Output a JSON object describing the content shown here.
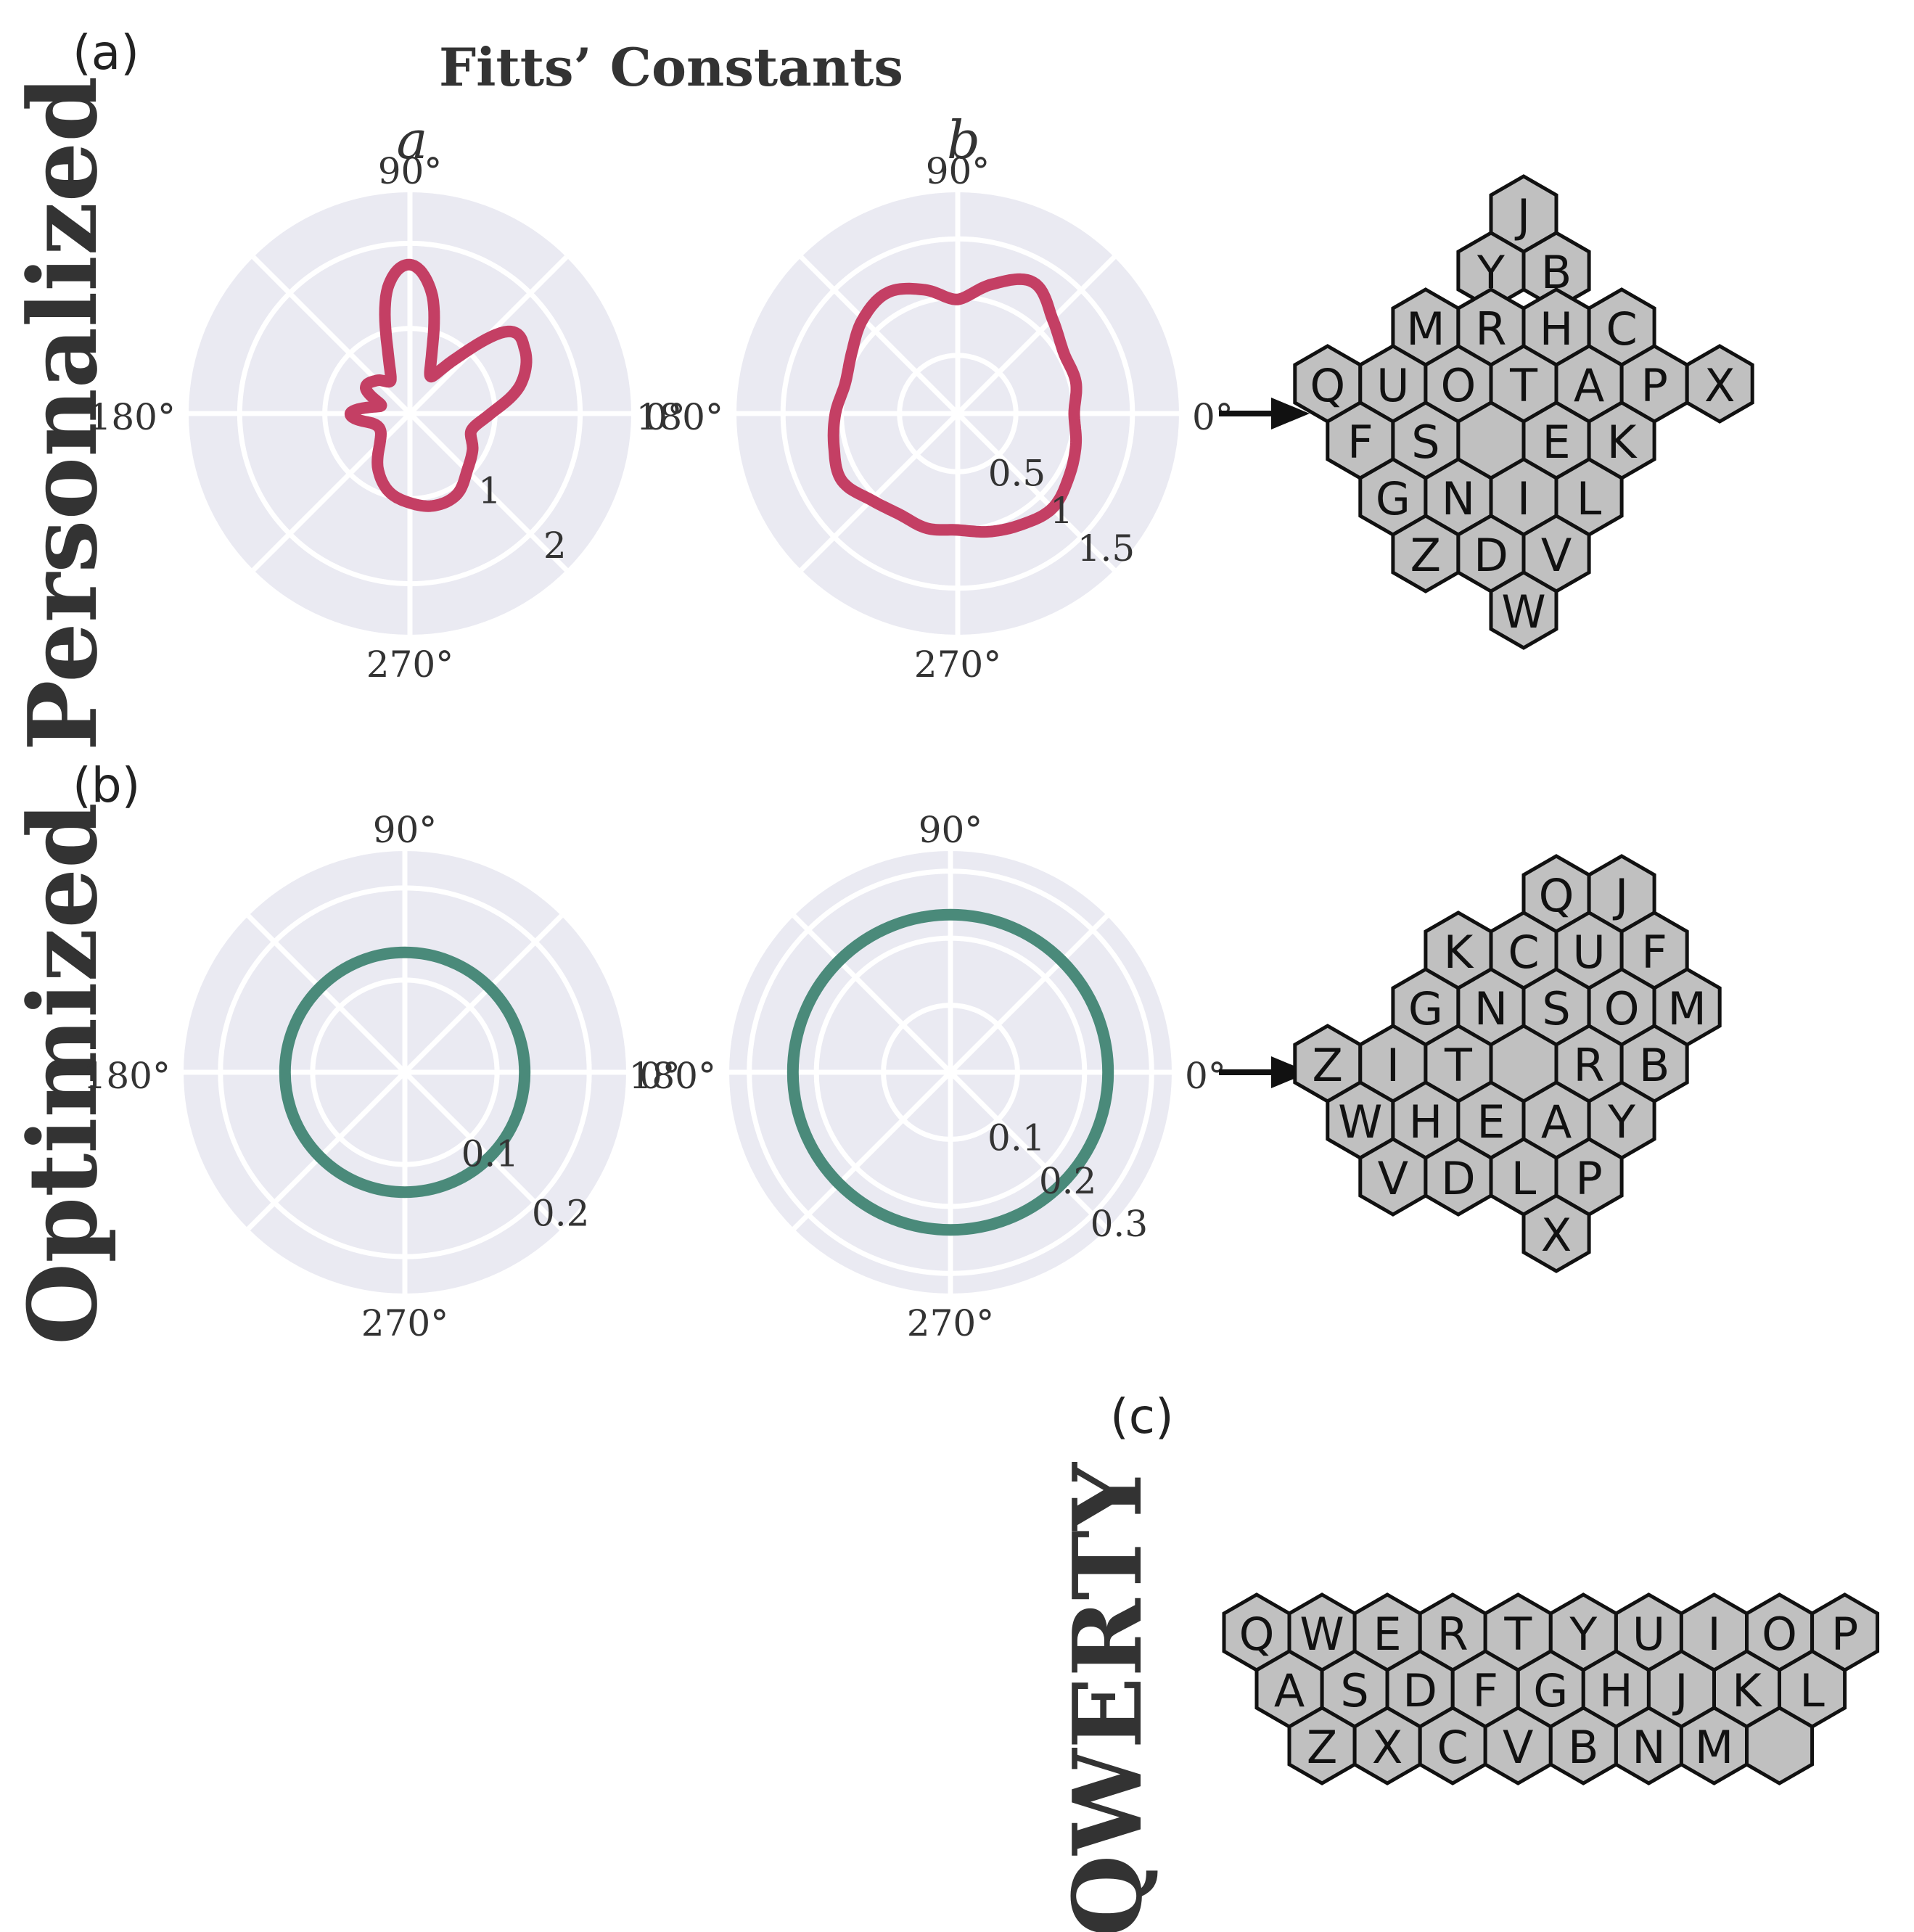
{
  "figure": {
    "title": "Fitts’ Constants",
    "panel_labels": [
      "(a)",
      "(b)",
      "(c)"
    ],
    "row_labels": [
      "Personalized",
      "Optimized",
      "QWERTY"
    ],
    "column_titles": [
      "a",
      "b"
    ]
  },
  "colors": {
    "personalized": "#c43f64",
    "optimized": "#4a8a7a",
    "polar_background": "#eaeaf2",
    "grid": "#ffffff",
    "key_fill": "#c0c0c0",
    "key_stroke": "#111111"
  },
  "chart_data": [
    {
      "type": "line",
      "coordinate_system": "polar",
      "row": "Personalized",
      "column": "a",
      "angle_ticks": [
        "0°",
        "90°",
        "180°",
        "270°"
      ],
      "radial_ticks": [
        "1",
        "2"
      ],
      "radial_tick_values": [
        1,
        2
      ],
      "rlim": [
        0,
        2.6
      ],
      "series": [
        {
          "theta_deg": [
            0,
            15,
            30,
            40,
            50,
            60,
            70,
            80,
            90,
            100,
            110,
            120,
            135,
            150,
            165,
            180,
            195,
            210,
            225,
            240,
            255,
            270,
            285,
            300,
            315,
            330,
            345,
            360
          ],
          "r": [
            0.95,
            1.35,
            1.55,
            1.5,
            0.85,
            0.5,
            0.75,
            1.45,
            1.75,
            1.5,
            0.75,
            0.45,
            0.55,
            0.6,
            0.35,
            0.7,
            0.45,
            0.4,
            0.5,
            0.75,
            0.95,
            1.05,
            1.12,
            1.1,
            0.95,
            0.85,
            0.75,
            0.95
          ]
        }
      ]
    },
    {
      "type": "line",
      "coordinate_system": "polar",
      "row": "Personalized",
      "column": "b",
      "angle_ticks": [
        "0°",
        "90°",
        "180°",
        "270°"
      ],
      "radial_ticks": [
        "0.5",
        "1",
        "1.5"
      ],
      "radial_tick_values": [
        0.5,
        1,
        1.5
      ],
      "rlim": [
        0,
        1.9
      ],
      "series": [
        {
          "theta_deg": [
            0,
            15,
            30,
            45,
            60,
            75,
            90,
            105,
            120,
            135,
            150,
            165,
            180,
            195,
            210,
            225,
            240,
            255,
            270,
            285,
            300,
            315,
            330,
            345,
            360
          ],
          "r": [
            1.0,
            1.05,
            1.05,
            1.15,
            1.3,
            1.15,
            0.98,
            1.1,
            1.2,
            1.15,
            1.05,
            1.0,
            1.05,
            1.1,
            1.15,
            1.05,
            1.0,
            1.02,
            1.0,
            1.05,
            1.1,
            1.15,
            1.1,
            1.05,
            1.0
          ]
        }
      ]
    },
    {
      "type": "line",
      "coordinate_system": "polar",
      "row": "Optimized",
      "column": "a",
      "angle_ticks": [
        "0°",
        "90°",
        "180°",
        "270°"
      ],
      "radial_ticks": [
        "0.1",
        "0.2"
      ],
      "radial_tick_values": [
        0.1,
        0.2
      ],
      "rlim": [
        0,
        0.24
      ],
      "series": [
        {
          "theta_deg": [
            0,
            360
          ],
          "r": [
            0.13,
            0.13
          ],
          "constant": true
        }
      ]
    },
    {
      "type": "line",
      "coordinate_system": "polar",
      "row": "Optimized",
      "column": "b",
      "angle_ticks": [
        "0°",
        "90°",
        "180°",
        "270°"
      ],
      "radial_ticks": [
        "0.1",
        "0.2",
        "0.3"
      ],
      "radial_tick_values": [
        0.1,
        0.2,
        0.3
      ],
      "rlim": [
        0,
        0.33
      ],
      "series": [
        {
          "theta_deg": [
            0,
            360
          ],
          "r": [
            0.235,
            0.235
          ],
          "constant": true
        }
      ]
    }
  ],
  "keyboards": {
    "personalized": {
      "rows": [
        "J",
        "YB",
        "MRHC",
        "QUOTAPX",
        "FS EK",
        "GNIL",
        "ZDV",
        "W"
      ]
    },
    "optimized": {
      "rows": [
        "QJ",
        "KCUF",
        "GNSOM",
        "ZIT RB",
        "WHEAY",
        "VDLP",
        "X"
      ]
    },
    "qwerty": {
      "rows": [
        "QWERTYUIOP",
        "ASDFGHJKL",
        "ZXCVBNM "
      ]
    }
  }
}
